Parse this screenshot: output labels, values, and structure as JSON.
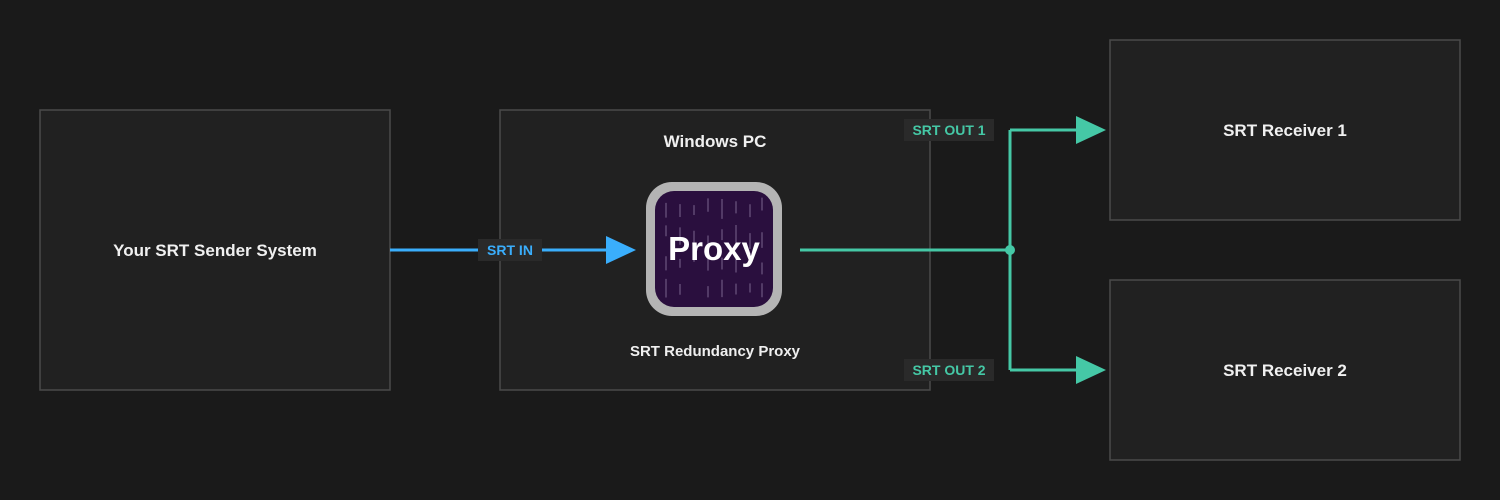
{
  "colors": {
    "background": "#1a1a1a",
    "box_fill": "#212121",
    "box_border": "#4a4a4a",
    "text": "#f0f0f0",
    "input_line": "#3aaefc",
    "output_line": "#45c8a6",
    "label_bg": "#2a2a2a",
    "proxy_bg": "#2a0f3e",
    "proxy_frame": "#b4b4b4"
  },
  "sender": {
    "label": "Your SRT Sender System"
  },
  "pc": {
    "title": "Windows PC",
    "app_icon": "proxy-app-icon",
    "app_icon_text": "Proxy",
    "app_name": "SRT Redundancy Proxy"
  },
  "links": {
    "input_label": "SRT IN",
    "output1_label": "SRT OUT 1",
    "output2_label": "SRT OUT 2"
  },
  "receivers": [
    {
      "label": "SRT Receiver 1"
    },
    {
      "label": "SRT Receiver 2"
    }
  ]
}
